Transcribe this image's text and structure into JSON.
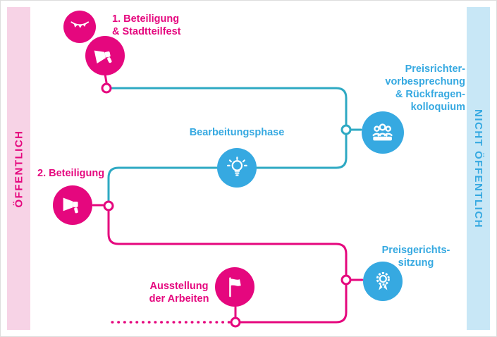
{
  "colors": {
    "pink": "#e5077e",
    "blue": "#36a9e1",
    "teal": "#2ea9c3",
    "band_pink": "#f7d3e6",
    "band_blue": "#c8e7f6"
  },
  "bands": {
    "left_label": "ÖFFENTLICH",
    "right_label": "NICHT ÖFFENTLICH"
  },
  "steps": {
    "step1": {
      "label": "1. Beteiligung\n& Stadtteilfest",
      "icons": [
        "bunting-icon",
        "megaphone-icon"
      ]
    },
    "jury": {
      "label": "Preisrichter-\nvorbesprechung\n& Rückfragen-\nkolloquium",
      "icon": "jury-icon"
    },
    "bearbeitung": {
      "label": "Bearbeitungsphase",
      "icon": "lightbulb-icon"
    },
    "step2": {
      "label": "2. Beteiligung",
      "icon": "megaphone-icon"
    },
    "preisgericht": {
      "label": "Preisgerichts-\nsitzung",
      "icon": "award-icon"
    },
    "ausstellung": {
      "label": "Ausstellung\nder Arbeiten",
      "icon": "flag-icon"
    }
  }
}
